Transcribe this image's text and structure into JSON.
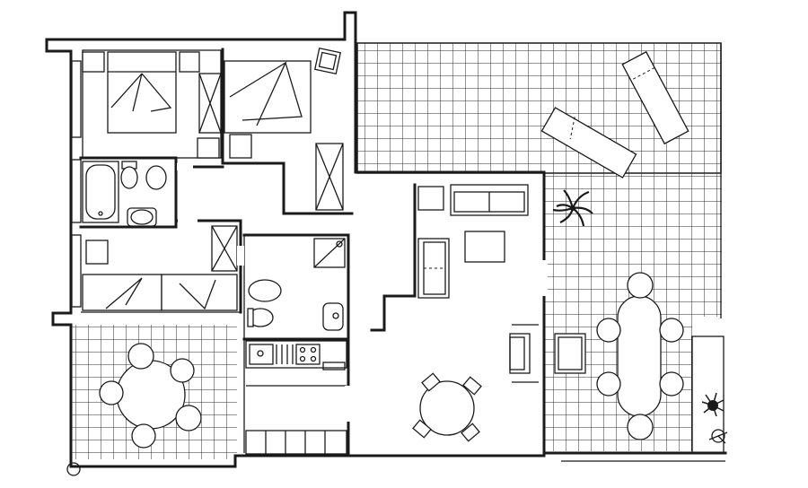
{
  "plan": {
    "colors": {
      "ink": "#1a1a1a",
      "paper": "#ffffff"
    },
    "rooms": [
      "bedroom-1",
      "bedroom-2",
      "bathroom-1",
      "hallway",
      "bedroom-3",
      "bathroom-2",
      "kitchen",
      "living-dining-room",
      "terrace-north",
      "terrace-southwest",
      "terrace-east"
    ]
  }
}
